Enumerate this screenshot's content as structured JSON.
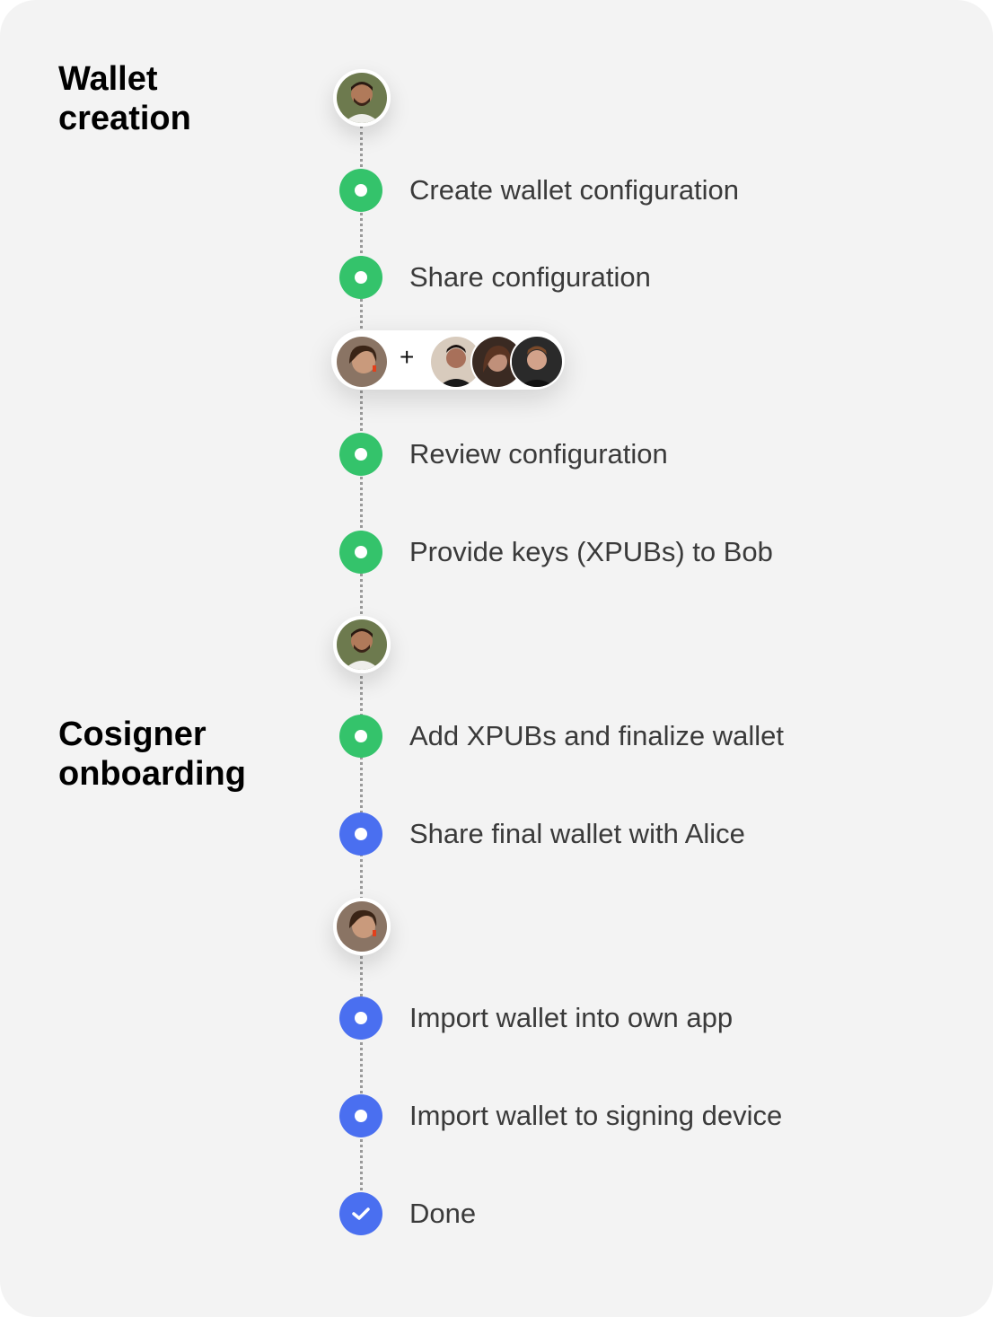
{
  "sections": [
    {
      "title": "Wallet\ncreation"
    },
    {
      "title": "Cosigner\nonboarding"
    }
  ],
  "colors": {
    "green": "#34c36b",
    "blue": "#4a6ff0",
    "background": "#f3f3f3"
  },
  "actors": {
    "bob": "bob-avatar",
    "alice": "alice-avatar",
    "group_plus": "+"
  },
  "steps": [
    {
      "label": "Create wallet configuration",
      "status": "green"
    },
    {
      "label": "Share configuration",
      "status": "green"
    },
    {
      "label": "Review configuration",
      "status": "green"
    },
    {
      "label": "Provide keys (XPUBs) to Bob",
      "status": "green"
    },
    {
      "label": "Add XPUBs and finalize wallet",
      "status": "green"
    },
    {
      "label": "Share final wallet with Alice",
      "status": "blue"
    },
    {
      "label": "Import wallet into own app",
      "status": "blue"
    },
    {
      "label": "Import wallet to signing device",
      "status": "blue"
    },
    {
      "label": "Done",
      "status": "blue-check"
    }
  ]
}
